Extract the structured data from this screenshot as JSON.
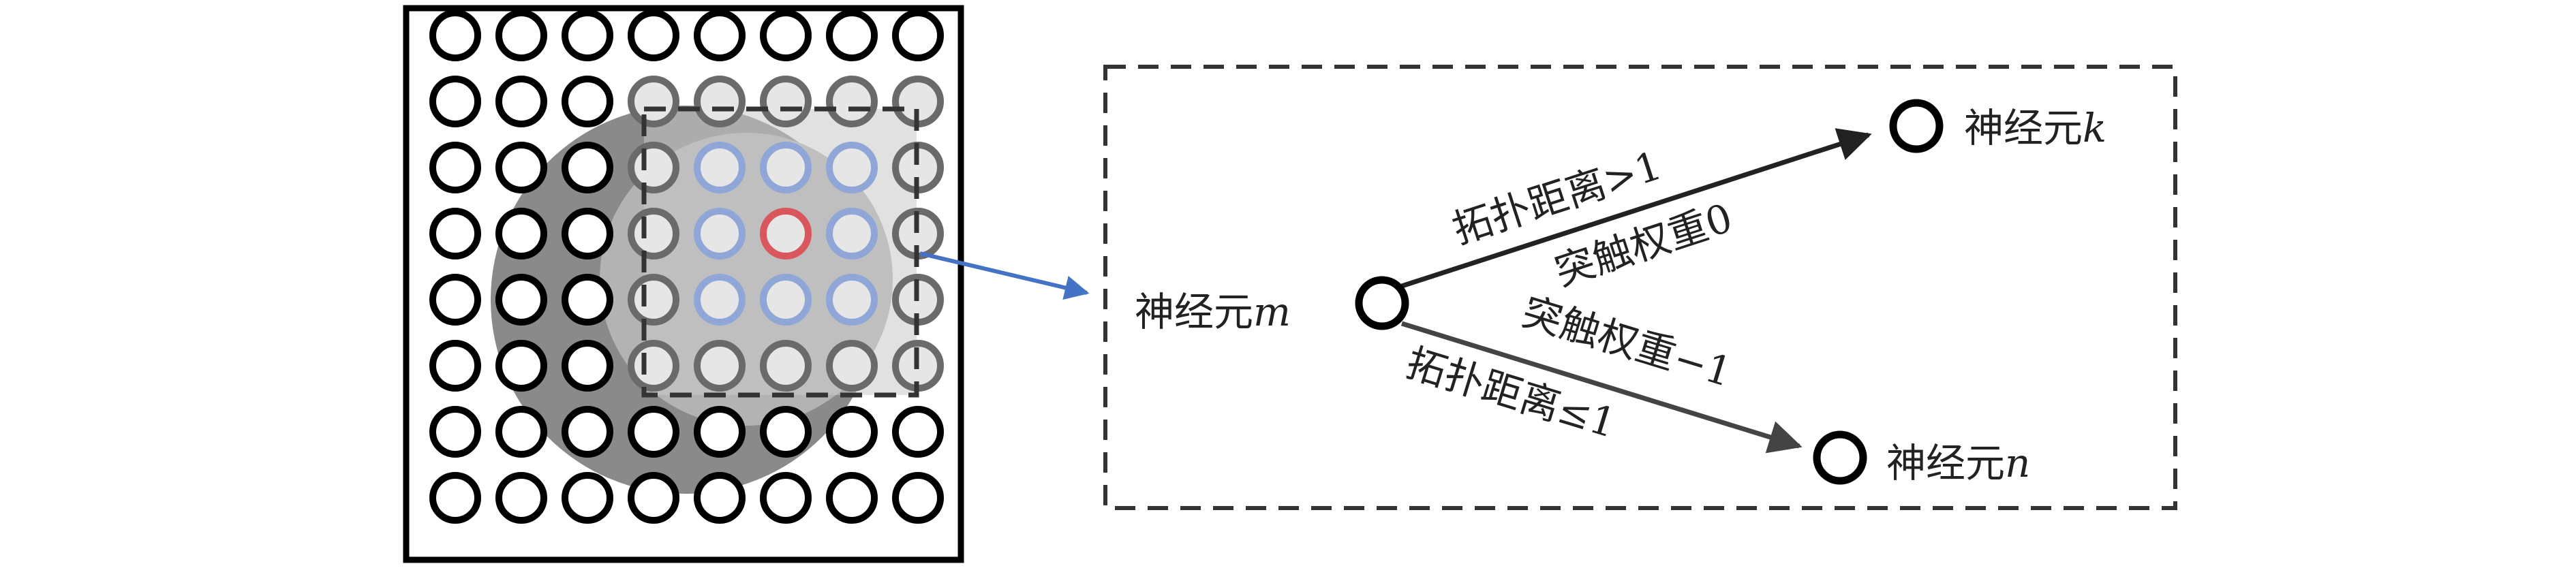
{
  "colors": {
    "stroke_black": "#000000",
    "stroke_gray": "#6a6a6a",
    "stroke_blue": "#8fa6d6",
    "stroke_red": "#d9565c",
    "fill_light": "#e6e6e6",
    "disc_gray": "#b3b3b3",
    "shadow_dark": "#8a8a8a",
    "arrow_blue": "#4472c4",
    "edge_dark": "#222222",
    "edge_gray": "#444444"
  },
  "grid": {
    "rows": 8,
    "cols": 8,
    "center": [
      3,
      5
    ],
    "blue_radius": 1,
    "gray_radius": 2
  },
  "detail": {
    "neuron_m": {
      "label": "神经元",
      "var": "m"
    },
    "neuron_k": {
      "label": "神经元",
      "var": "k"
    },
    "neuron_n": {
      "label": "神经元",
      "var": "n"
    },
    "edge_k": {
      "distance_label": "拓扑距离>1",
      "weight_label": "突触权重0"
    },
    "edge_n": {
      "weight_label": "突触权重−1",
      "distance_label": "拓扑距离≤1"
    }
  }
}
